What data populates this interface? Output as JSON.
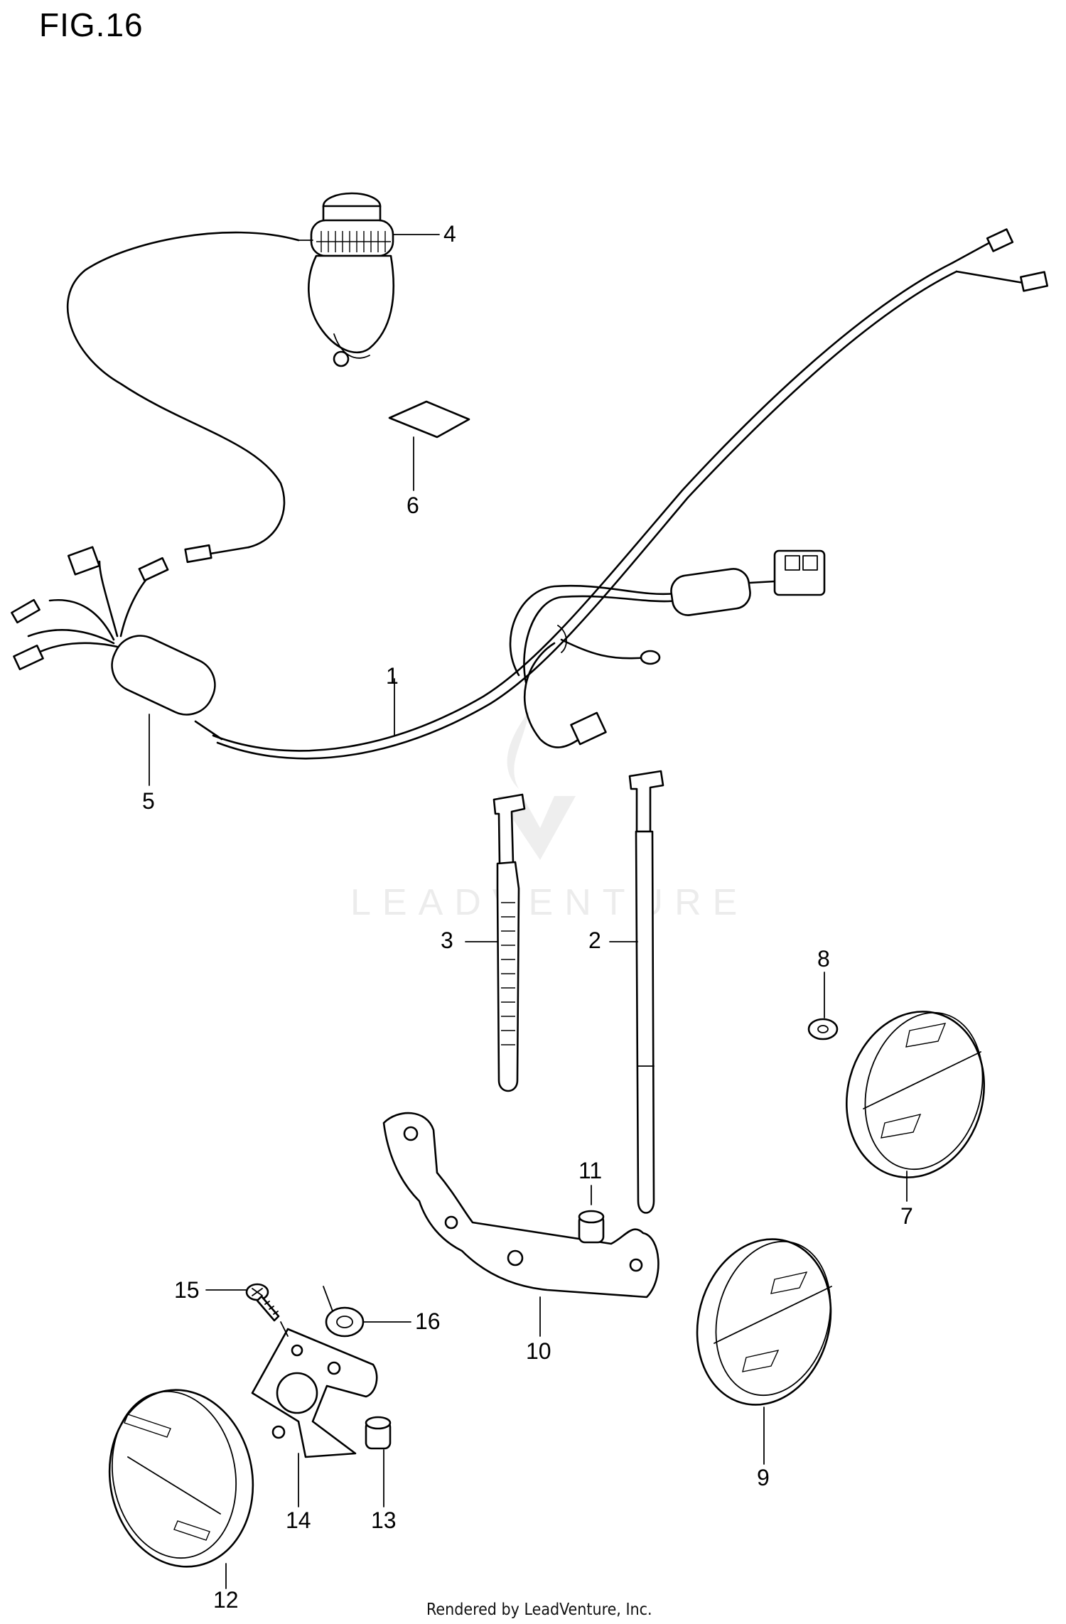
{
  "figure": {
    "title": "FIG.16"
  },
  "watermark": {
    "text": "LEADVENTURE"
  },
  "footer": {
    "text": "Rendered by LeadVenture, Inc."
  },
  "callouts": [
    "1",
    "2",
    "3",
    "4",
    "5",
    "6",
    "7",
    "8",
    "9",
    "10",
    "11",
    "12",
    "13",
    "14",
    "15",
    "16"
  ]
}
